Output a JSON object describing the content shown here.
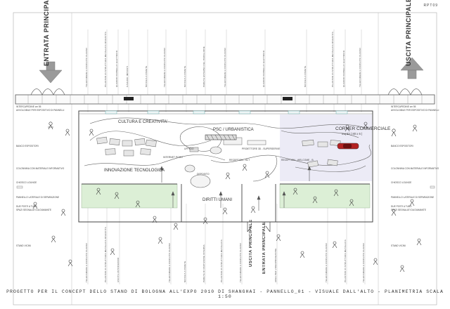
{
  "sheet_code": "RPT09",
  "entrance_label": "ENTRATA PRINCIPALE",
  "exit_label": "USCITA PRINCIPALE",
  "caption": "PROGETTO PER IL CONCEPT DELLO STAND DI BOLOGNA ALL'EXPO 2010 DI SHANGHAI - PANNELLO_01 - VISUALE DALL'ALTO - PLANIMETRIA SCALA 1:50",
  "zones": {
    "cultura": "CULTURA E CREATIVITA'",
    "psc": "PSC / URBANISTICA",
    "innovazione": "INNOVAZIONE TECNOLOGICA",
    "diritti": "DIRITTI UMANI",
    "corner": "CORNER COMMERCIALE",
    "corner_sub": "mq 53 ( 80 x 6 )"
  },
  "inner_labels": {
    "ufficio": "UFFICIO",
    "deposito": "DEPOSITO",
    "reception_left": "RECEPTION - OLT",
    "reception_right": "RECEPTION - WELCOME - B",
    "proiettore": "PROIETTORE 3D - SUPERSERVIE",
    "totem": "INTERNET POINT"
  },
  "top_labels": [
    "TELECAMERA A CIRCUITO CHIUSO",
    "PILASTRO IN STRUTTURA METALLICA RIVESTITA",
    "QUADRO PANNELLO ELETTRICO",
    "CAVEDIO IMPIANTI",
    "NICCHIA A PARETE",
    "TELECAMERA A CIRCUITO CHIUSO",
    "NICCHIA A PARETE",
    "PARETE ESTERNA DEL PADIGLIONE",
    "TELECAMERA A CIRCUITO CHIUSO",
    "QUADRO PANNELLO ELETTRICO",
    "NICCHIA A PARETE",
    "PILASTRO IN STRUTTURA METALLICA RIVESTITA",
    "QUADRO PANNELLO ELETTRICO",
    "TELECAMERA A CIRCUITO CHIUSO"
  ],
  "bottom_labels": [
    "TELECAMERA A CIRCUITO CHIUSO",
    "PILASTRO IN STRUTTURA METALLICA RIVESTITA",
    "USCITA ANTINCENDIO",
    "TELECAMERA A CIRCUITO CHIUSO",
    "NICCHIA A PARETE",
    "PARETE DI PARTIZIONE INTERNA",
    "PILASTRO IN STRUTTURA METALLICA",
    "TELECAMERA A CIRCUITO CHIUSO",
    "AREA PER VIDEOPROIEZIONE",
    "TELECAMERA A CIRCUITO CHIUSO",
    "PILASTRO IN STRUTTURA METALLICA",
    "TELECAMERA A CIRCUITO CHIUSO"
  ],
  "left_labels": [
    "INTERCAPEDINE cm 55",
    "AVVOLGIBILE PER ESPOSITIVO DI PANNELLI",
    "BANCO ESPOSITORI",
    "COLONNINA CON MATERIALE INFORMATIVO",
    "CHIOSCO LOUNGE",
    "PANNELLO LATERALE DI SEPARAZIONE",
    "DUE POSTI A TUBO",
    "SPAZI SEGNALATI DA DIAMANTE",
    "STAND VICINI"
  ],
  "right_labels": [
    "INTERCAPEDINE cm 55",
    "AVVOLGIBILE PER ESPOSITIVO DI PANNELLI",
    "BANCO ESPOSITORI",
    "COLONNINA CON MATERIALE INFORMATIVO",
    "CHIOSCO LOUNGE",
    "PANNELLO LATERALE DI SEPARAZIONE",
    "DUE POSTI A TUBO",
    "SPAZI SEGNALATI DA DIAMANTE",
    "STAND VICINI"
  ],
  "colors": {
    "green_area": "#dcefd6",
    "lilac_area": "#ecebf6",
    "accent_red": "#b22222",
    "line": "#555555"
  }
}
